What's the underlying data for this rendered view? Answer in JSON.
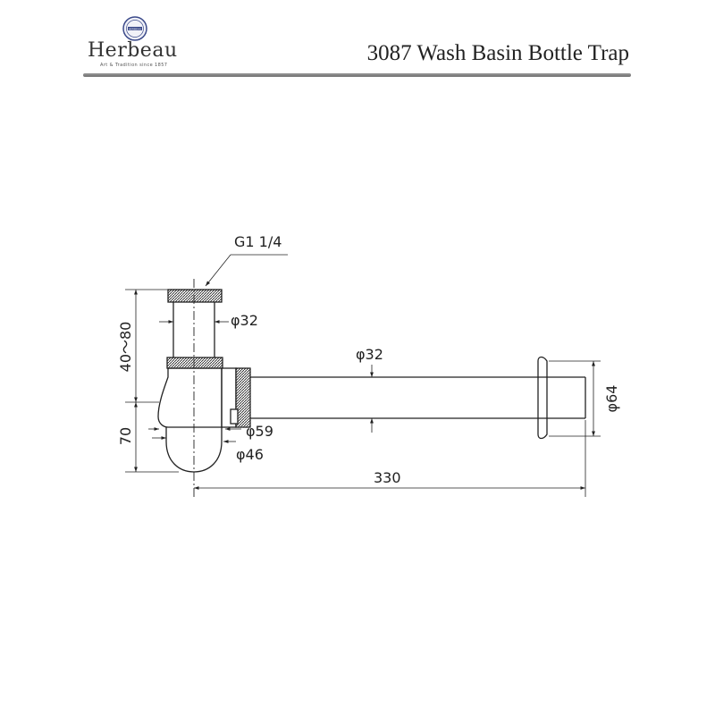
{
  "header": {
    "brand": "Herbeau",
    "tagline": "Art & Tradition since 1857",
    "seal_text": "HERBEAU",
    "title": "3087  Wash Basin Bottle Trap"
  },
  "dimensions": {
    "thread": "G1 1/4",
    "inlet_dia": "φ32",
    "pipe_dia": "φ32",
    "flange_dia": "φ64",
    "body_dia": "φ59",
    "cup_dia": "φ46",
    "length": "330",
    "upper_height": "40～80",
    "lower_height": "70"
  },
  "colors": {
    "ink": "#222222",
    "rule": "#7a7a7a",
    "seal": "#3b4a8a"
  }
}
